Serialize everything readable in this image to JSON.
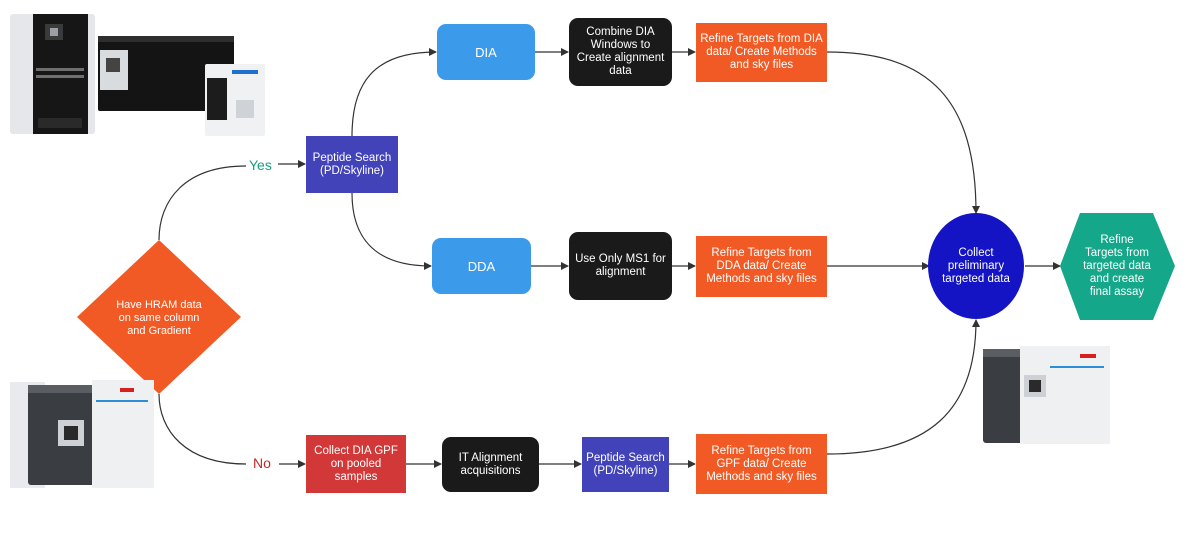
{
  "colors": {
    "blue": "#3b9bea",
    "black": "#1a1a1a",
    "orange": "#f15a24",
    "indigo": "#4343b9",
    "red": "#d23838",
    "navy": "#1414c4",
    "green": "#14a789",
    "yes_text": "#179e80",
    "no_text": "#c62828",
    "line": "#333333"
  },
  "icons": [
    "mass-spectrometer-image-top-left",
    "mass-spectrometer-image-bottom-left",
    "mass-spectrometer-image-right"
  ],
  "nodes": {
    "hram": "Have HRAM data on same column and Gradient",
    "peptide_search_top": "Peptide Search (PD/Skyline)",
    "dia": "DIA",
    "combine_dia": "Combine DIA Windows to Create alignment data",
    "refine_dia": "Refine Targets from DIA data/ Create Methods and sky files",
    "dda": "DDA",
    "ms1": "Use Only MS1 for alignment",
    "refine_dda": "Refine Targets from DDA data/ Create Methods and sky files",
    "collect_gpf": "Collect DIA GPF on pooled samples",
    "it_alignment": "IT Alignment acquisitions",
    "peptide_search_bottom": "Peptide Search (PD/Skyline)",
    "refine_gpf": "Refine Targets from GPF data/ Create Methods and sky files",
    "collect_prelim": "Collect preliminary targeted data",
    "refine_final": "Refine Targets from targeted data and create final assay"
  },
  "labels": {
    "yes": "Yes",
    "no": "No"
  }
}
